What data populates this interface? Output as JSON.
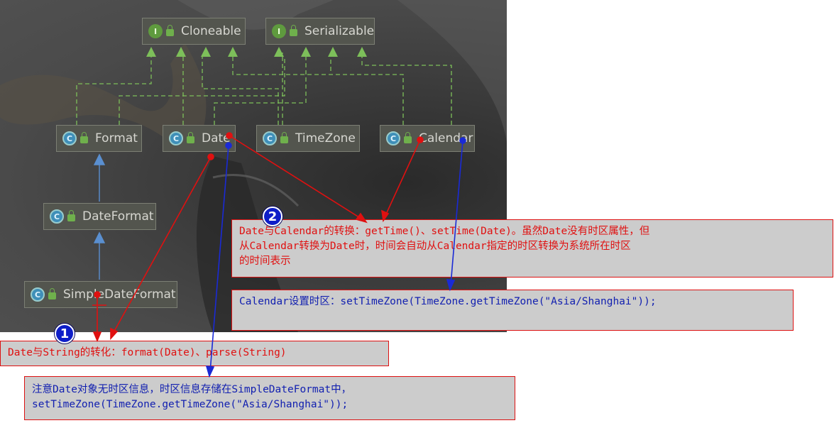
{
  "interfaces": [
    {
      "id": "cloneable",
      "label": "Cloneable",
      "badge": "I"
    },
    {
      "id": "serializable",
      "label": "Serializable",
      "badge": "I"
    }
  ],
  "classes": [
    {
      "id": "format",
      "label": "Format",
      "badge": "C"
    },
    {
      "id": "date",
      "label": "Date",
      "badge": "C"
    },
    {
      "id": "timezone",
      "label": "TimeZone",
      "badge": "C"
    },
    {
      "id": "calendar",
      "label": "Calendar",
      "badge": "C"
    },
    {
      "id": "dateformat",
      "label": "DateFormat",
      "badge": "C"
    },
    {
      "id": "simpledateformat",
      "label": "SimpleDateFormat",
      "badge": "C"
    }
  ],
  "notes": {
    "calendar_date": "Date与Calendar的转换：getTime()、setTime(Date)。虽然Date没有时区属性，但\n从Calendar转换为Date时，时间会自动从Calendar指定的时区转换为系统所在时区\n的时间表示",
    "calendar_timezone": "Calendar设置时区：setTimeZone(TimeZone.getTimeZone(\"Asia/Shanghai\"));",
    "date_string": "Date与String的转化：format(Date)、parse(String)",
    "date_no_timezone": "注意Date对象无时区信息，时区信息存储在SimpleDateFormat中，\nsetTimeZone(TimeZone.getTimeZone(\"Asia/Shanghai\"));"
  },
  "markers": {
    "one": "1",
    "two": "2"
  },
  "colors": {
    "annotation_red": "#e01010",
    "annotation_blue": "#1220b0",
    "implements_green": "#7dbf5a",
    "extends_blue": "#5a8fd0",
    "note_bg": "#cccccc"
  }
}
